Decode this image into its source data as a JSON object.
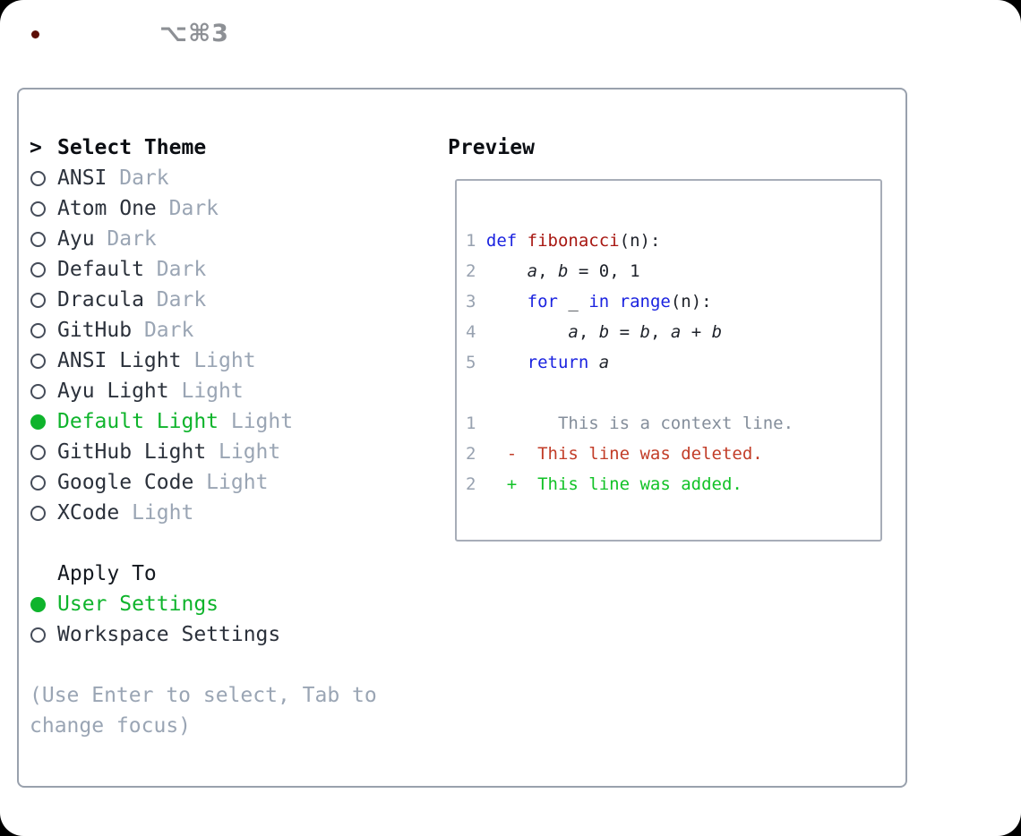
{
  "window": {
    "title_shortcut": "⌥⌘3",
    "traffic_lights": [
      {
        "name": "close",
        "color": "#f45f58"
      },
      {
        "name": "minimize",
        "color": "#f7bd34"
      },
      {
        "name": "zoom",
        "color": "#2cc242"
      }
    ]
  },
  "theme_panel": {
    "header": {
      "prefix": ">",
      "label": "Select Theme"
    },
    "items": [
      {
        "name": "ANSI",
        "variant": "Dark",
        "selected": false
      },
      {
        "name": "Atom One",
        "variant": "Dark",
        "selected": false
      },
      {
        "name": "Ayu",
        "variant": "Dark",
        "selected": false
      },
      {
        "name": "Default",
        "variant": "Dark",
        "selected": false
      },
      {
        "name": "Dracula",
        "variant": "Dark",
        "selected": false
      },
      {
        "name": "GitHub",
        "variant": "Dark",
        "selected": false
      },
      {
        "name": "ANSI Light",
        "variant": "Light",
        "selected": false
      },
      {
        "name": "Ayu Light",
        "variant": "Light",
        "selected": false
      },
      {
        "name": "Default Light",
        "variant": "Light",
        "selected": true
      },
      {
        "name": "GitHub Light",
        "variant": "Light",
        "selected": false
      },
      {
        "name": "Google Code",
        "variant": "Light",
        "selected": false
      },
      {
        "name": "XCode",
        "variant": "Light",
        "selected": false
      }
    ],
    "apply_to": {
      "label": "Apply To",
      "options": [
        {
          "label": "User Settings",
          "selected": true
        },
        {
          "label": "Workspace Settings",
          "selected": false
        }
      ]
    },
    "help_lines": [
      "(Use Enter to select, Tab to",
      "change focus)"
    ]
  },
  "preview": {
    "label": "Preview",
    "code_lines": [
      {
        "num": "1",
        "tokens": [
          {
            "t": "def",
            "s": "kw"
          },
          {
            "t": " ",
            "s": "pl"
          },
          {
            "t": "fibonacci",
            "s": "fn"
          },
          {
            "t": "(n):",
            "s": "pl"
          }
        ]
      },
      {
        "num": "2",
        "tokens": [
          {
            "t": "    ",
            "s": "pl"
          },
          {
            "t": "a",
            "s": "var"
          },
          {
            "t": ", ",
            "s": "pl"
          },
          {
            "t": "b",
            "s": "var"
          },
          {
            "t": " = 0, 1",
            "s": "pl"
          }
        ]
      },
      {
        "num": "3",
        "tokens": [
          {
            "t": "    ",
            "s": "pl"
          },
          {
            "t": "for",
            "s": "kw"
          },
          {
            "t": " _ ",
            "s": "pl"
          },
          {
            "t": "in",
            "s": "kw"
          },
          {
            "t": " ",
            "s": "pl"
          },
          {
            "t": "range",
            "s": "kw"
          },
          {
            "t": "(n):",
            "s": "pl"
          }
        ]
      },
      {
        "num": "4",
        "tokens": [
          {
            "t": "        ",
            "s": "pl"
          },
          {
            "t": "a",
            "s": "var"
          },
          {
            "t": ", ",
            "s": "pl"
          },
          {
            "t": "b",
            "s": "var"
          },
          {
            "t": " = ",
            "s": "pl"
          },
          {
            "t": "b",
            "s": "var"
          },
          {
            "t": ", ",
            "s": "pl"
          },
          {
            "t": "a",
            "s": "var"
          },
          {
            "t": " + ",
            "s": "pl"
          },
          {
            "t": "b",
            "s": "var"
          }
        ]
      },
      {
        "num": "5",
        "tokens": [
          {
            "t": "    ",
            "s": "pl"
          },
          {
            "t": "return",
            "s": "kw"
          },
          {
            "t": " ",
            "s": "pl"
          },
          {
            "t": "a",
            "s": "var"
          }
        ]
      }
    ],
    "diff_lines": [
      {
        "num": "1",
        "text": "       This is a context line.",
        "type": "context"
      },
      {
        "num": "2",
        "text": "  -  This line was deleted.",
        "type": "deleted"
      },
      {
        "num": "2",
        "text": "  +  This line was added.",
        "type": "added"
      }
    ]
  },
  "colors": {
    "accent_green": "#0fb42c",
    "keyword_blue": "#1b23e0",
    "function_red": "#a81812",
    "diff_deleted_red": "#c23d28",
    "diff_added_green": "#12c227",
    "muted_gray": "#9aa5b4",
    "panel_border": "#99a1ad"
  }
}
